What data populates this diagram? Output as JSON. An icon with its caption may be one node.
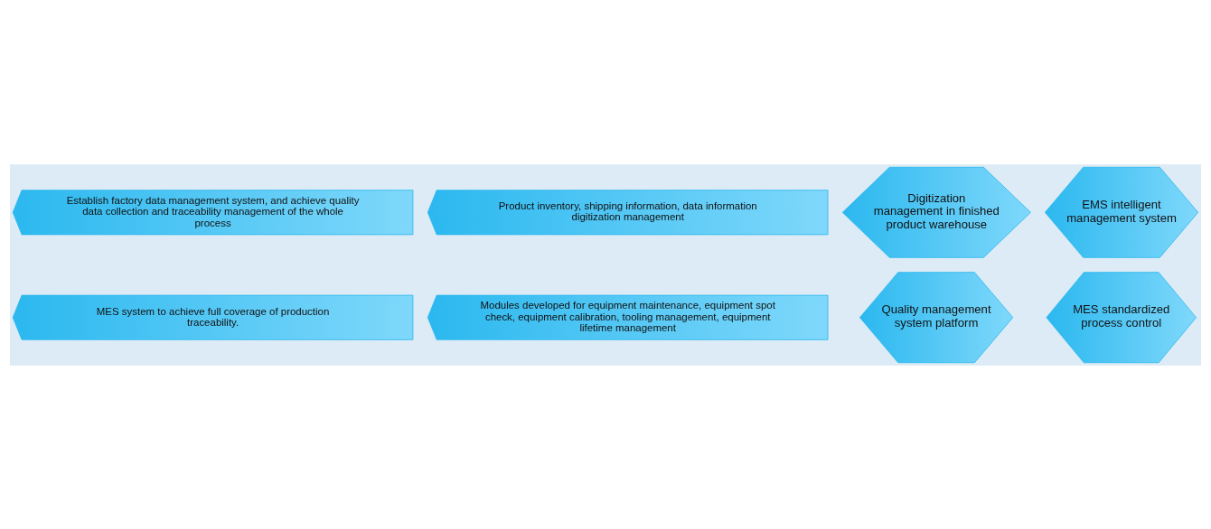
{
  "diagram": {
    "nodes": [
      {
        "text": [
          "Quality management system platform"
        ]
      },
      {
        "text": [
          "EMS intelligent management system"
        ]
      },
      {
        "text": [
          "MES standardized process control"
        ]
      },
      {
        "text": [
          "Digitization management in finished product warehouse"
        ]
      },
      {
        "text": [
          "Establish factory data management system, and achieve quality data collection and traceability management of the whole process"
        ]
      },
      {
        "text": [
          "MES system to achieve full coverage of production traceability."
        ]
      },
      {
        "text": [
          "Product inventory, shipping information, data information digitization management"
        ]
      },
      {
        "text": [
          "Modules developed for equipment maintenance, equipment spot check, equipment calibration, tooling management, equipment lifetime management"
        ]
      }
    ],
    "edges": []
  }
}
